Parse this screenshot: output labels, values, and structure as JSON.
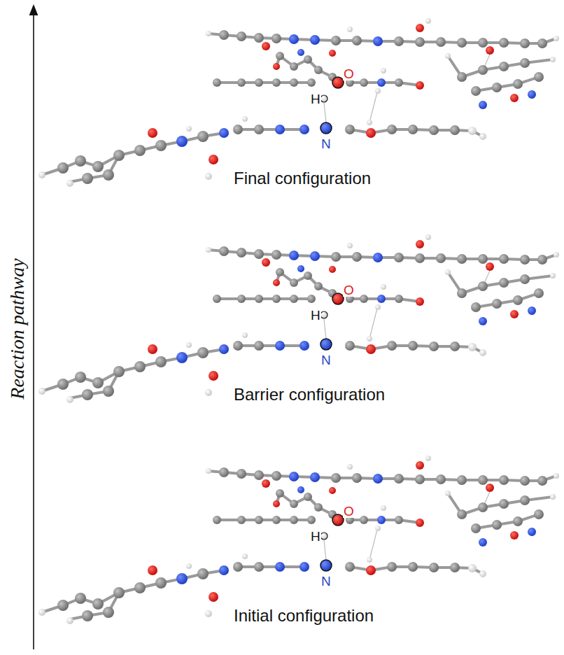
{
  "diagram": {
    "labels": [
      "O",
      "H",
      "N",
      "Final configuration",
      "O",
      "H",
      "N",
      "Barrier configuration",
      "O",
      "H",
      "N",
      "Initial configuration",
      "Reaction pathway"
    ]
  }
}
